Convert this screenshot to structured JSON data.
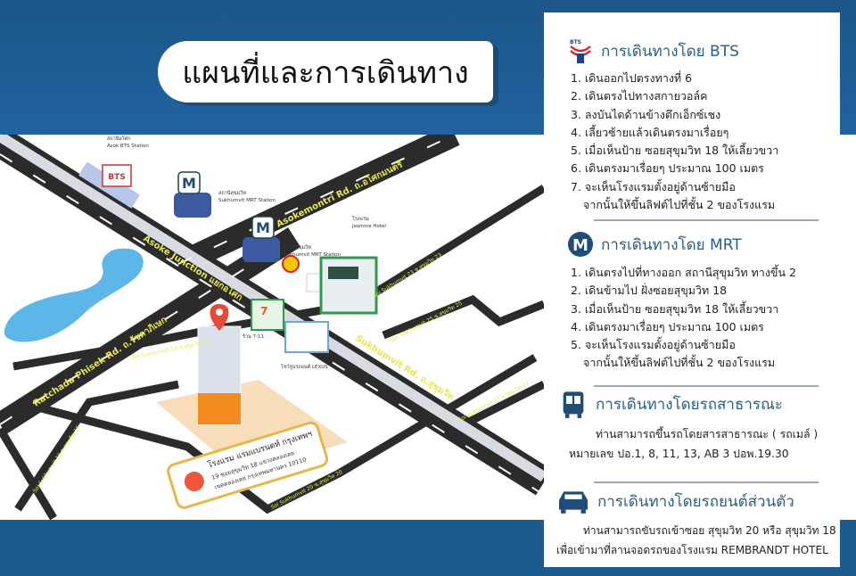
{
  "title": "แผนที่และการเดินทาง",
  "colors": {
    "background": "#1d5b8f",
    "accent": "#2a5e8c",
    "road": "#2b2b2b",
    "road_label": "#e8e84a",
    "rail": "#d8dbe2",
    "water": "#5db6e8"
  },
  "map": {
    "labels": {
      "sukhumvit": "Sukhumvit Rd.  ถ.สุขุมวิท",
      "asoke_junction": "Asoke Junction  แยกอโศก",
      "asokemontri": "Asokemontri Rd.  ถ.อโศกมนตรี",
      "ratchada": "Ratchada Phisek Rd.  ถ.รัชดาภิเษก",
      "soi16": "Soi Sukhumvit 16 ซ.สุขุมวิท 16",
      "soi18": "Soi Sukhumvit 18  ซ.สุขุมวิท 18",
      "soi20": "Soi Sukhumvit 20  ซ.สุขุมวิท 20",
      "soi23": "Soi Sukhumvit 23  ซ.สุขุมวิท 23",
      "soi25": "Soi Sukhumvit 25  ซ.สุขุมวิท 25",
      "soi27": "Soi Sukhumvit 27  ซ.สุขุมวิท 27",
      "bts_station": [
        "สถานีอโศก",
        "Asok BTS Station"
      ],
      "mrt_station_1": [
        "สถานีสุขุมวิท",
        "Sukhumvit MRT Station"
      ],
      "mrt_station_2": [
        "สถานีสุขุมวิท",
        "Sukhumvit MRT Station"
      ],
      "jasmine": [
        "โรงแรม",
        "Jasmine Hotel"
      ],
      "seven_eleven": "ร้าน 7-11",
      "lexus": "โชว์รูมรถยนต์ LEXUS",
      "hotel_name": "โรงแรม แรมแบรนดท์ กรุงเทพฯ",
      "hotel_addr1": "19 ซอยสุขุมวิท 18  แขวงคลองเตย",
      "hotel_addr2": "เขตคลองเตย กรุงเทพมหานคร 10110"
    }
  },
  "bts": {
    "title": "การเดินทางโดย BTS",
    "logo_text": "BTS",
    "steps": [
      "1. เดินออกไปตรงทางที่ 6",
      "2. เดินตรงไปทางสกายวอล์ค",
      "3. ลงบันไดด้านข้างตึกเอ็กซ์เชง",
      "4. เลี้ยวซ้ายแล้วเดินตรงมาเรื่อยๆ",
      "5. เมื่อเห็นป้าย ซอยสุขุมวิท 18 ให้เลี้ยวขวา",
      "6. เดินตรงมาเรื่อยๆ ประมาณ 100 เมตร",
      "7. จะเห็นโรงแรมตั้งอยู่ด้านซ้ายมือ"
    ],
    "step7_sub": "จากนั้นให้ขึ้นลิฟต์ไปที่ชั้น 2 ของโรงแรม"
  },
  "mrt": {
    "title": "การเดินทางโดย MRT",
    "logo_text": "M",
    "steps": [
      "1. เดินตรงไปที่ทางออก สถานีสุขุมวิท ทางขึ้น 2",
      "2. เดินข้ามไป ฝั่งซอยสุขุมวิท 18",
      "3. เมื่อเห็นป้าย ซอยสุขุมวิท 18 ให้เลี้ยวขวา",
      "4. เดินตรงมาเรื่อยๆ ประมาณ 100 เมตร",
      "5. จะเห็นโรงแรมตั้งอยู่ด้านซ้ายมือ"
    ],
    "step5_sub": "จากนั้นให้ขึ้นลิฟต์ไปที่ชั้น 2 ของโรงแรม"
  },
  "bus": {
    "title": "การเดินทางโดยรถสาธารณะ",
    "line1": "ท่านสามารถขึ้นรถโดยสารสาธารณะ ( รถเมล์ )",
    "line2": "หมายเลข ปอ.1, 8, 11, 13, AB 3 ปอพ.19.30"
  },
  "car": {
    "title": "การเดินทางโดยรถยนต์ส่วนตัว",
    "line1": "ท่านสามารถขับรถเข้าซอย สุขุมวิท 20 หรือ สุขุมวิท 18",
    "line2": "เพื่อเข้ามาที่ลานจอดรถของโรงแรม REMBRANDT HOTEL"
  }
}
